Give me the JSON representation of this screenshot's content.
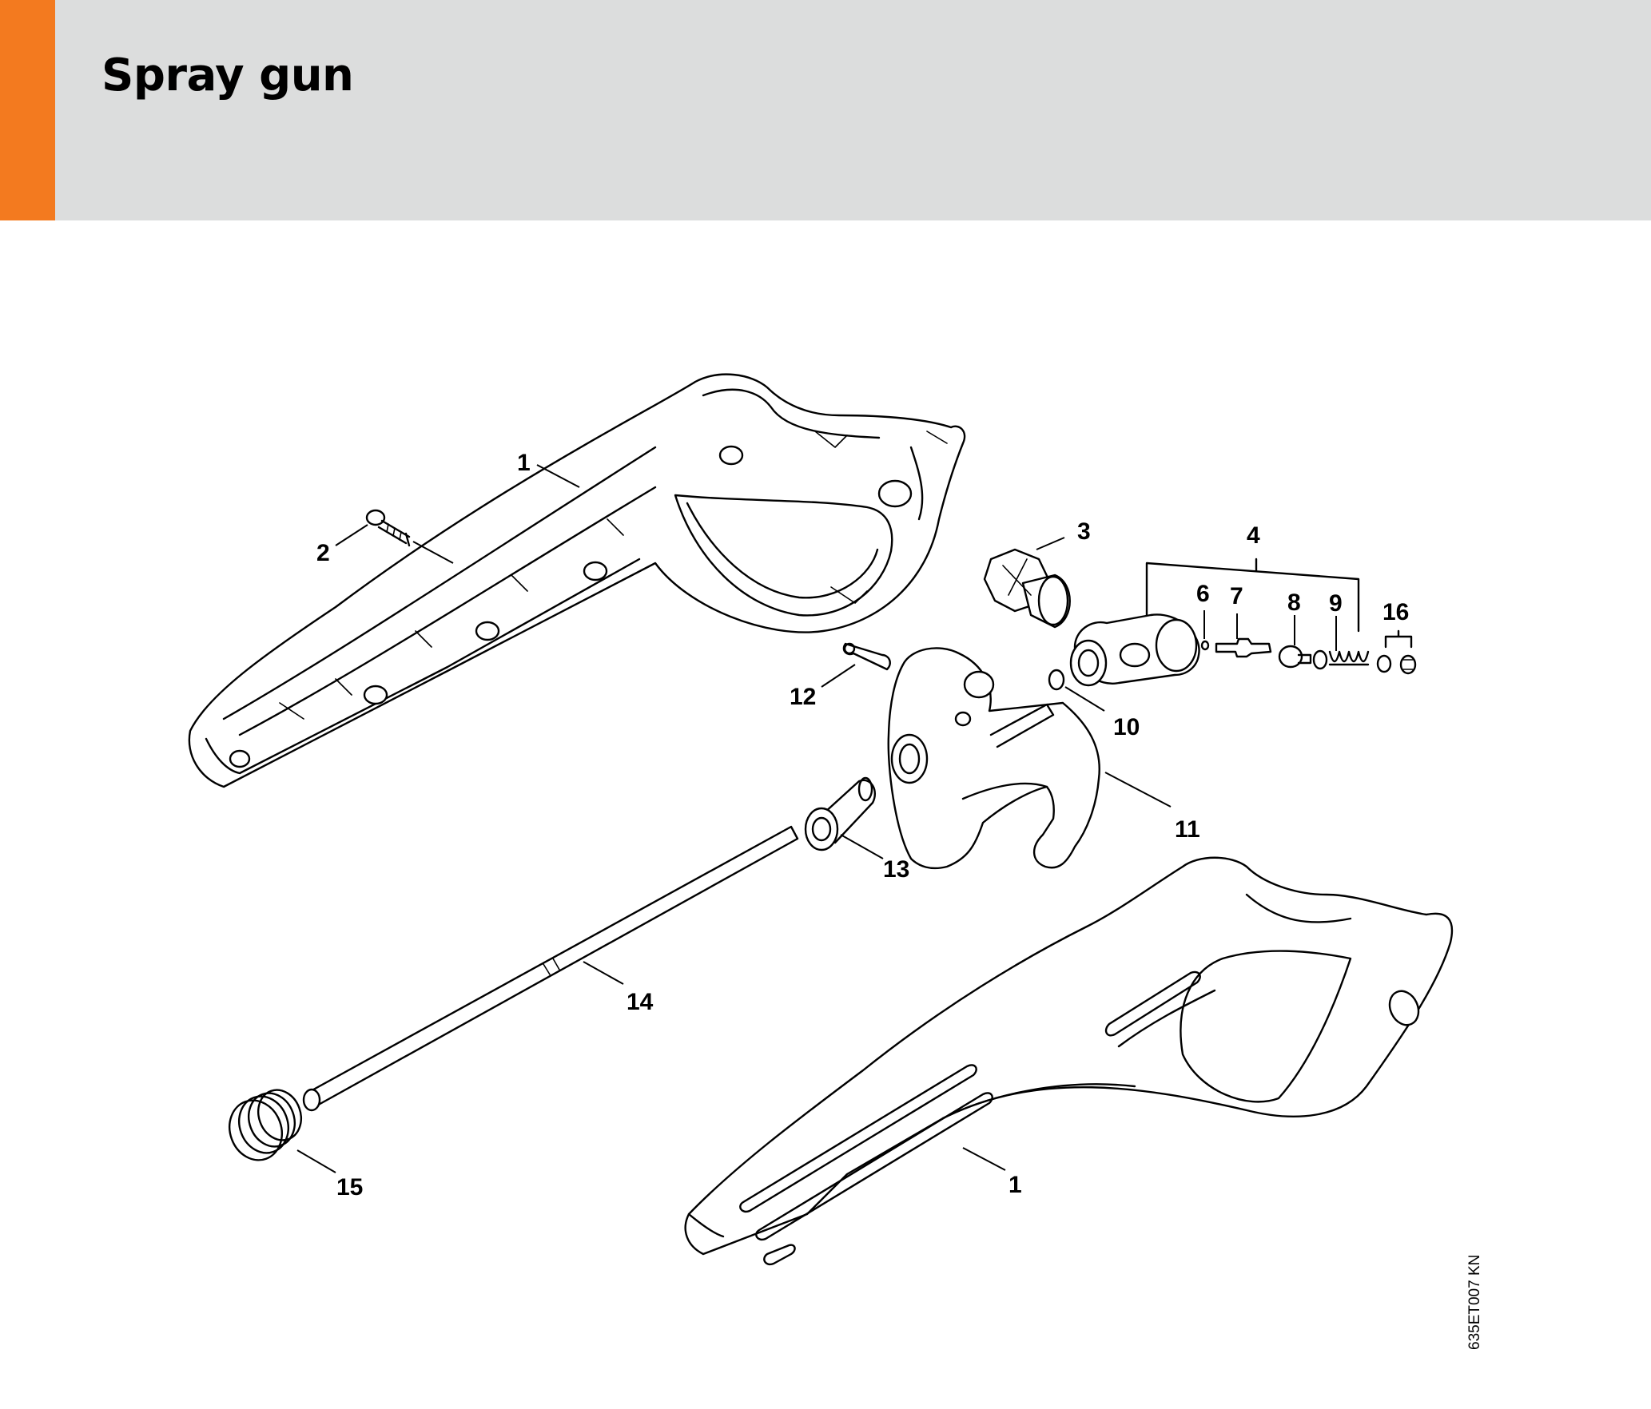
{
  "header": {
    "title": "Spray gun",
    "accent_color": "#f37a1f",
    "background_color": "#dcdddd"
  },
  "callouts": {
    "c1_upper": "1",
    "c1_lower": "1",
    "c2": "2",
    "c3": "3",
    "c4": "4",
    "c6": "6",
    "c7": "7",
    "c8": "8",
    "c9": "9",
    "c10": "10",
    "c11": "11",
    "c12": "12",
    "c13": "13",
    "c14": "14",
    "c15": "15",
    "c16": "16"
  },
  "drawing_code": "635ET007 KN"
}
